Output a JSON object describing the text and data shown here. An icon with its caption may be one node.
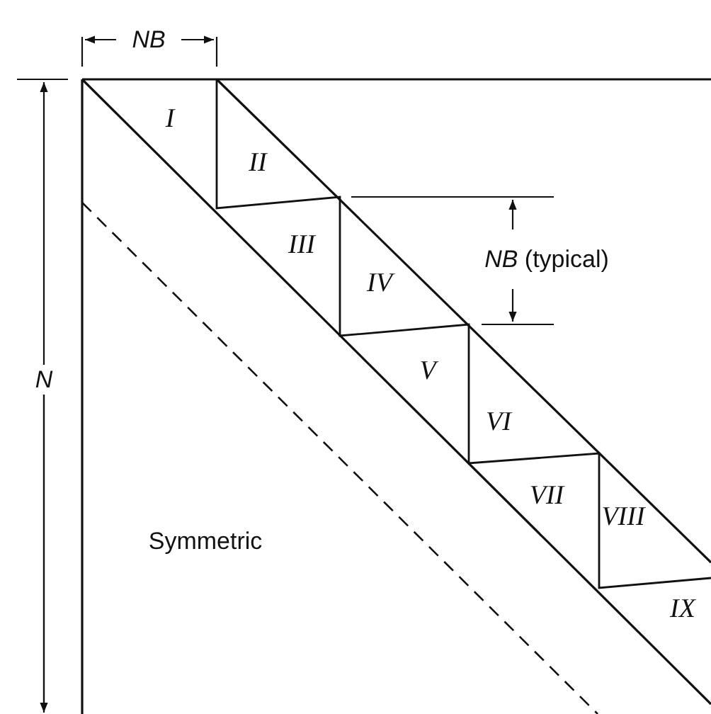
{
  "diagram": {
    "labels": [
      "NB",
      "I",
      "II",
      "III",
      "*NB* (typical)",
      "IV",
      "N",
      "V",
      "VI",
      "VII",
      "VIII",
      "Symmetric",
      "IX"
    ]
  }
}
